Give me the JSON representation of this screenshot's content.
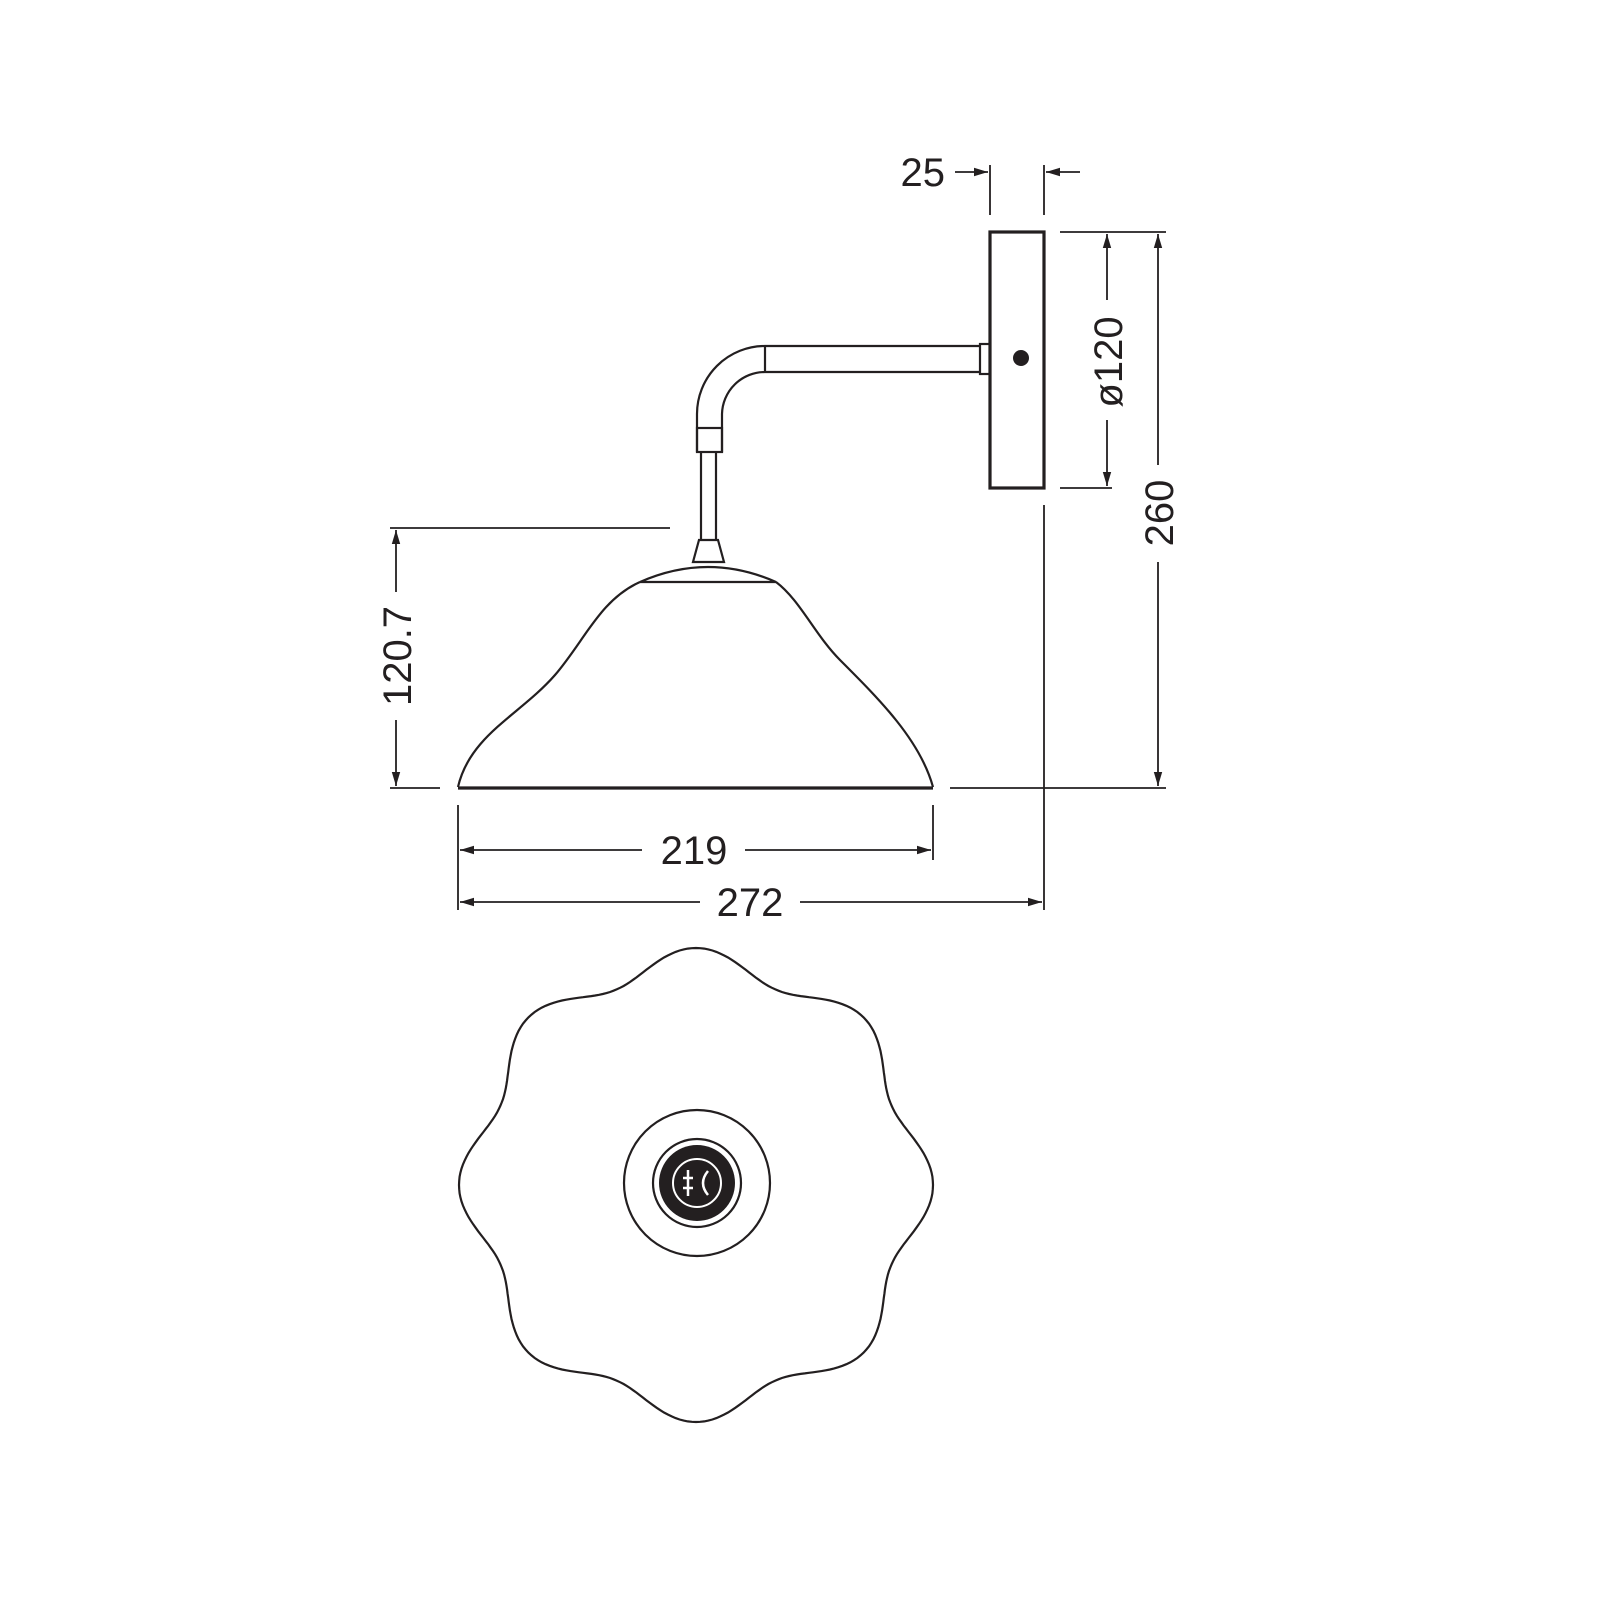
{
  "drawing": {
    "title": "Wall lamp dimension drawing",
    "dimensions": {
      "plate_depth": "25",
      "plate_diameter": "ø120",
      "total_height": "260",
      "shade_height": "120.7",
      "shade_width": "219",
      "total_projection": "272"
    },
    "units": "mm",
    "line_color": "#231f20",
    "top_view_lobes": 8
  }
}
